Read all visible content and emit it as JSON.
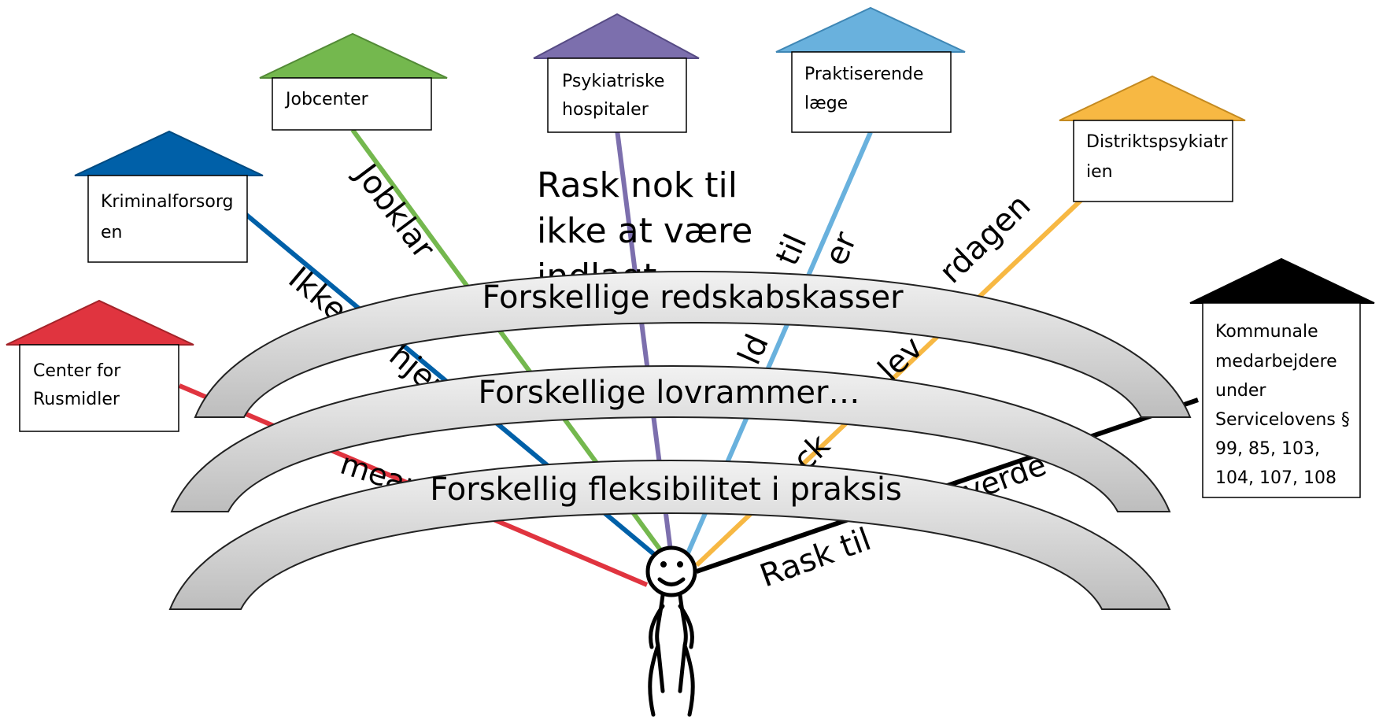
{
  "institutions": {
    "rusmidler": {
      "lines": [
        "Center for",
        "Rusmidler"
      ],
      "color": "#e0343f"
    },
    "kriminalforsorgen": {
      "lines": [
        "Kriminalforsorg",
        "en"
      ],
      "color": "#0060a8"
    },
    "jobcenter": {
      "lines": [
        "Jobcenter"
      ],
      "color": "#74b84e"
    },
    "psykiatriske": {
      "lines": [
        "Psykiatriske",
        "hospitaler"
      ],
      "color": "#7c6fad"
    },
    "praktiserende": {
      "lines": [
        "Praktiserende",
        "læge"
      ],
      "color": "#69b1dd"
    },
    "distrikt": {
      "lines": [
        "Distriktspsykiatr",
        "ien"
      ],
      "color": "#f7b843"
    },
    "kommunale": {
      "lines": [
        "Kommunale",
        "medarbejdere",
        "under",
        "Servicelovens §",
        "99, 85, 103,",
        "104, 107, 108"
      ],
      "color": "#000000"
    }
  },
  "line_texts": {
    "jobklar": "Jobklar",
    "ikke": "Ikke",
    "hjem": "hjem",
    "rask_nok": [
      "Rask nok til",
      "ikke at være",
      "indlagt"
    ],
    "til": "til",
    "er": "er",
    "ld": "ld",
    "rdagen": "rdagen",
    "lev": "lev",
    "ck": "ck",
    "mear": "mear",
    "verd": "verde",
    "rask_ti": "Rask til"
  },
  "bands": {
    "top": "Forskellige redskabskasser",
    "middle": "Forskellige lovrammer…",
    "bottom": "Forskellig fleksibilitet i praksis"
  }
}
